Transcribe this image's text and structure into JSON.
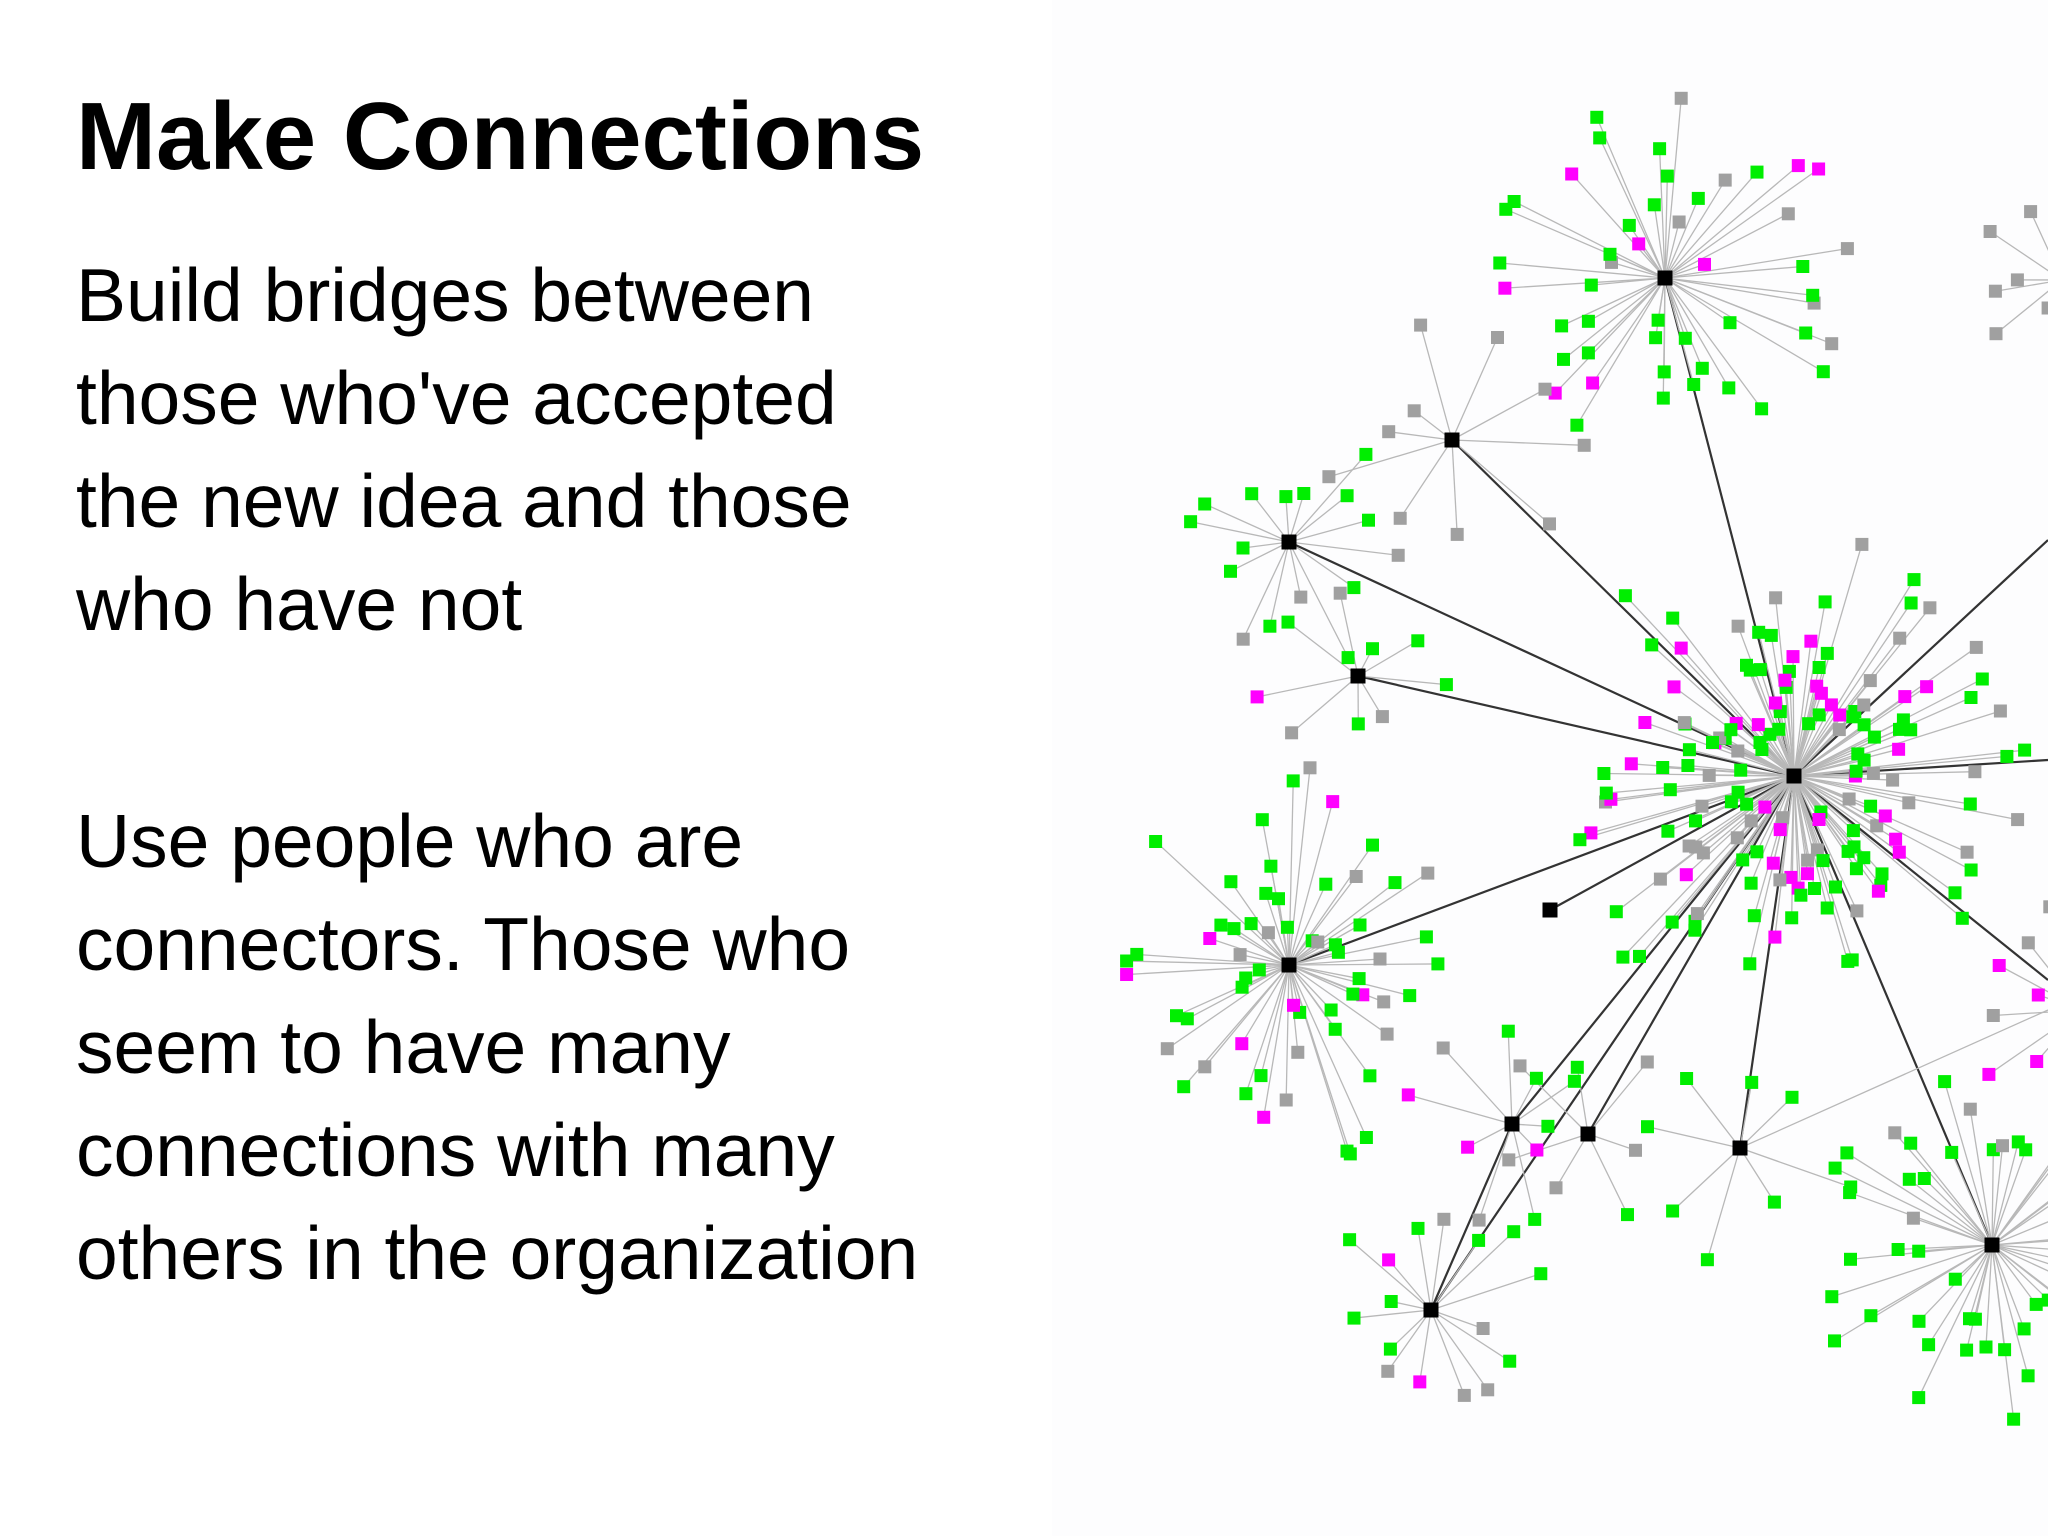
{
  "slide": {
    "title": "Make Connections",
    "paragraph_1": [
      "Build bridges between",
      "those who've accepted",
      "the new idea and those",
      "who have not"
    ],
    "paragraph_2": [
      "Use people who are",
      "connectors. Those who",
      "seem to have many",
      "connections with many",
      "others in the organization"
    ]
  },
  "network": {
    "node_colors": {
      "hub": "#000000",
      "green": "#00ee00",
      "magenta": "#ff00ff",
      "gray": "#a0a0a0"
    },
    "edge_colors": {
      "spoke": "#b8b8b8",
      "bridge": "#333333"
    }
  }
}
